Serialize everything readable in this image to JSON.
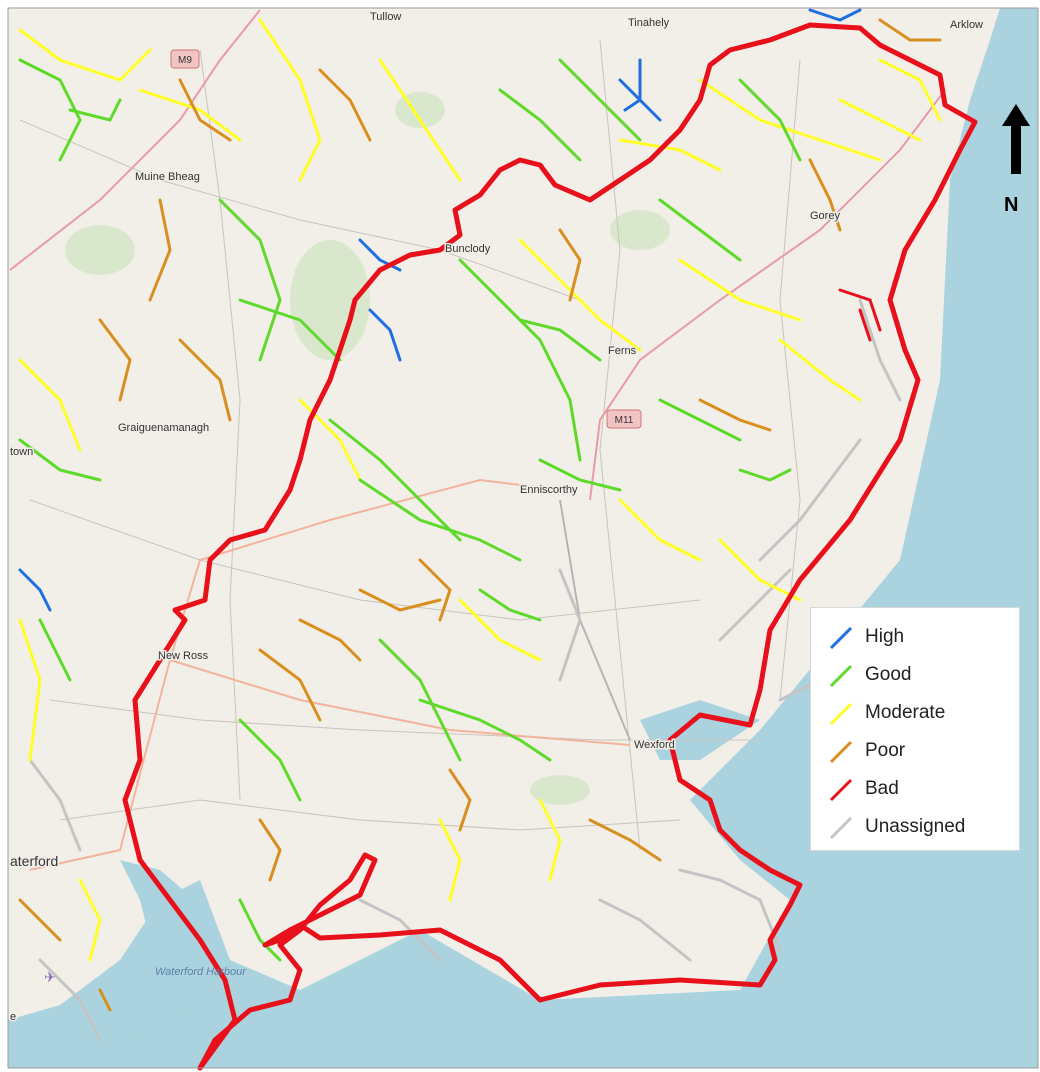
{
  "map": {
    "place_labels": {
      "tullow": "Tullow",
      "tinahely": "Tinahely",
      "arklow": "Arklow",
      "muine_bheag": "Muine Bheag",
      "bunclody": "Bunclody",
      "gorey": "Gorey",
      "ferns": "Ferns",
      "graiguenamanagh": "Graiguenamanagh",
      "town_fragment": "town",
      "enniscorthy": "Enniscorthy",
      "new_ross": "New Ross",
      "wexford": "Wexford",
      "waterford": "aterford",
      "waterford_harbour": "Waterford Harbour",
      "e_fragment": "e"
    },
    "road_shields": {
      "m9": "M9",
      "m11": "M11"
    },
    "colors": {
      "land": "#f2efe9",
      "sea": "#aad3df",
      "boundary": "#e8101a",
      "high": "#1f6fe0",
      "good": "#5fd92a",
      "moderate": "#ffff26",
      "poor": "#d98f20",
      "bad": "#e8101a",
      "unassigned": "#c4c4c4"
    }
  },
  "legend": {
    "items": [
      {
        "label": "High",
        "color": "#1f6fe0"
      },
      {
        "label": "Good",
        "color": "#5fd92a"
      },
      {
        "label": "Moderate",
        "color": "#ffff26"
      },
      {
        "label": "Poor",
        "color": "#d98f20"
      },
      {
        "label": "Bad",
        "color": "#e8101a"
      },
      {
        "label": "Unassigned",
        "color": "#c4c4c4"
      }
    ]
  },
  "north_arrow": {
    "label": "N"
  }
}
